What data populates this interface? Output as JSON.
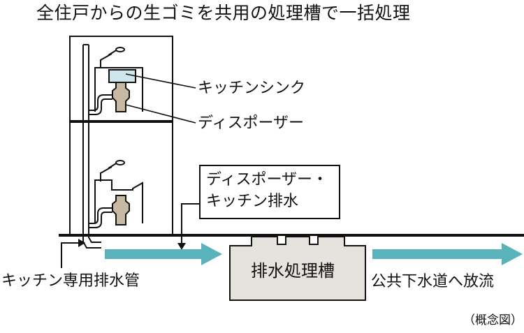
{
  "title": "全住戸からの生ゴミを共用の処理槽で一括処理",
  "callouts": {
    "kitchen_sink": "キッチンシンク",
    "disposer": "ディスポーザー",
    "box_line1": "ディスポーザー・",
    "box_line2": "キッチン排水",
    "pipe": "キッチン専用排水管",
    "tank": "排水処理槽",
    "sewer": "公共下水道へ放流",
    "note": "（概念図）"
  },
  "colors": {
    "flow_arrow": "#5ab2ba",
    "tank_fill": "#e6e3de",
    "disposer_fill": "#c8b9a3",
    "water_fill": "#cfe6ed",
    "line": "#111111"
  }
}
